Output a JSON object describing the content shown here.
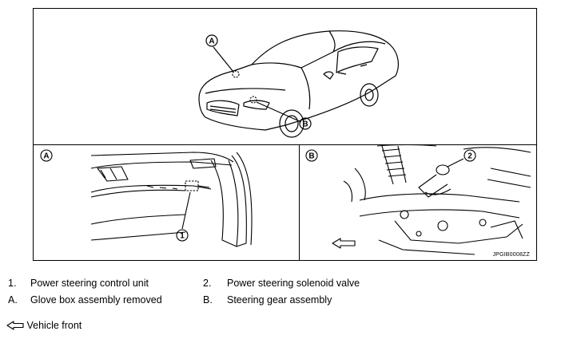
{
  "figure": {
    "image_id": "JPGIB0008ZZ",
    "main_callouts": [
      "A",
      "B"
    ],
    "panel_a": {
      "label": "A",
      "callout": "1"
    },
    "panel_b": {
      "label": "B",
      "callout": "2"
    }
  },
  "legend": [
    {
      "key": "1.",
      "text": "Power steering control unit"
    },
    {
      "key": "2.",
      "text": "Power steering solenoid valve"
    },
    {
      "key": "A.",
      "text": "Glove box assembly removed"
    },
    {
      "key": "B.",
      "text": "Steering gear assembly"
    }
  ],
  "footer": {
    "front_label": "Vehicle front",
    "arrow_icon": "outline-left-arrow-icon"
  }
}
